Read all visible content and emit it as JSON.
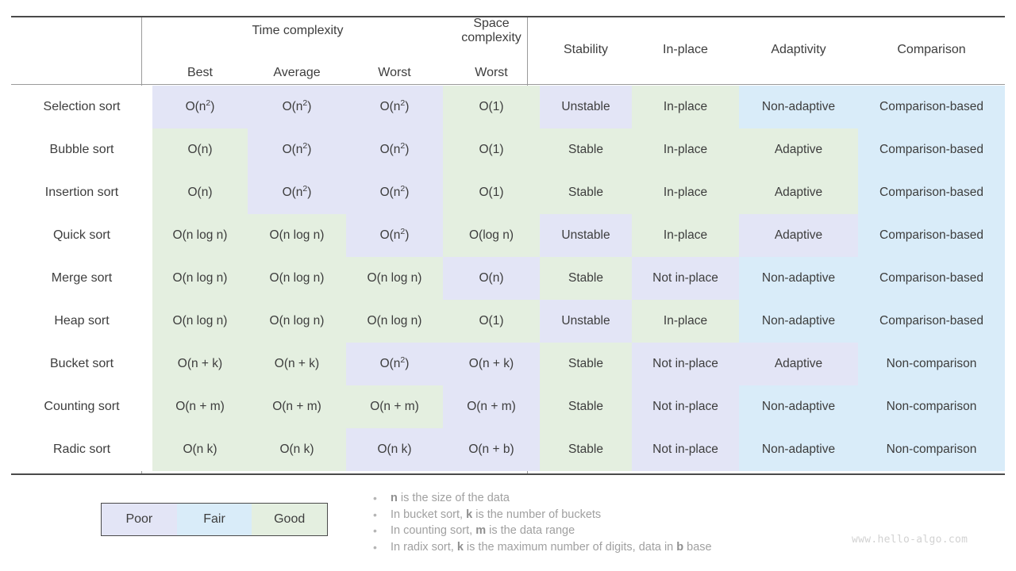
{
  "table": {
    "group_headers": [
      {
        "label": "",
        "span": 1
      },
      {
        "label": "Time complexity",
        "span": 3
      },
      {
        "label": "Space complexity",
        "span": 1
      },
      {
        "label": "Stability",
        "span": 1
      },
      {
        "label": "In-place",
        "span": 1
      },
      {
        "label": "Adaptivity",
        "span": 1
      },
      {
        "label": "Comparison",
        "span": 1
      }
    ],
    "group_time": "Time complexity",
    "group_space": "Space complexity",
    "col_stability": "Stability",
    "col_inplace": "In-place",
    "col_adaptivity": "Adaptivity",
    "col_comparison": "Comparison",
    "sub_headers": {
      "best": "Best",
      "average": "Average",
      "worst_time": "Worst",
      "worst_space": "Worst"
    },
    "rows": [
      {
        "name": "Selection sort",
        "best": {
          "text": "O(n²)",
          "base": "O(n",
          "sup": "2",
          "tail": ")",
          "q": "poor"
        },
        "average": {
          "text": "O(n²)",
          "base": "O(n",
          "sup": "2",
          "tail": ")",
          "q": "poor"
        },
        "worst_time": {
          "text": "O(n²)",
          "base": "O(n",
          "sup": "2",
          "tail": ")",
          "q": "poor"
        },
        "worst_space": {
          "text": "O(1)",
          "base": "O(1)",
          "sup": "",
          "tail": "",
          "q": "good"
        },
        "stability": {
          "text": "Unstable",
          "q": "poor"
        },
        "inplace": {
          "text": "In-place",
          "q": "good"
        },
        "adaptivity": {
          "text": "Non-adaptive",
          "q": "fair"
        },
        "comparison": {
          "text": "Comparison-based",
          "q": "fair"
        }
      },
      {
        "name": "Bubble sort",
        "best": {
          "base": "O(n)",
          "sup": "",
          "tail": "",
          "q": "good"
        },
        "average": {
          "base": "O(n",
          "sup": "2",
          "tail": ")",
          "q": "poor"
        },
        "worst_time": {
          "base": "O(n",
          "sup": "2",
          "tail": ")",
          "q": "poor"
        },
        "worst_space": {
          "base": "O(1)",
          "sup": "",
          "tail": "",
          "q": "good"
        },
        "stability": {
          "text": "Stable",
          "q": "good"
        },
        "inplace": {
          "text": "In-place",
          "q": "good"
        },
        "adaptivity": {
          "text": "Adaptive",
          "q": "good"
        },
        "comparison": {
          "text": "Comparison-based",
          "q": "fair"
        }
      },
      {
        "name": "Insertion sort",
        "best": {
          "base": "O(n)",
          "sup": "",
          "tail": "",
          "q": "good"
        },
        "average": {
          "base": "O(n",
          "sup": "2",
          "tail": ")",
          "q": "poor"
        },
        "worst_time": {
          "base": "O(n",
          "sup": "2",
          "tail": ")",
          "q": "poor"
        },
        "worst_space": {
          "base": "O(1)",
          "sup": "",
          "tail": "",
          "q": "good"
        },
        "stability": {
          "text": "Stable",
          "q": "good"
        },
        "inplace": {
          "text": "In-place",
          "q": "good"
        },
        "adaptivity": {
          "text": "Adaptive",
          "q": "good"
        },
        "comparison": {
          "text": "Comparison-based",
          "q": "fair"
        }
      },
      {
        "name": "Quick sort",
        "best": {
          "base": "O(n log n)",
          "sup": "",
          "tail": "",
          "q": "good"
        },
        "average": {
          "base": "O(n log n)",
          "sup": "",
          "tail": "",
          "q": "good"
        },
        "worst_time": {
          "base": "O(n",
          "sup": "2",
          "tail": ")",
          "q": "poor"
        },
        "worst_space": {
          "base": "O(log n)",
          "sup": "",
          "tail": "",
          "q": "good"
        },
        "stability": {
          "text": "Unstable",
          "q": "poor"
        },
        "inplace": {
          "text": "In-place",
          "q": "good"
        },
        "adaptivity": {
          "text": "Adaptive",
          "q": "poor"
        },
        "comparison": {
          "text": "Comparison-based",
          "q": "fair"
        }
      },
      {
        "name": "Merge sort",
        "best": {
          "base": "O(n log n)",
          "sup": "",
          "tail": "",
          "q": "good"
        },
        "average": {
          "base": "O(n log n)",
          "sup": "",
          "tail": "",
          "q": "good"
        },
        "worst_time": {
          "base": "O(n log n)",
          "sup": "",
          "tail": "",
          "q": "good"
        },
        "worst_space": {
          "base": "O(n)",
          "sup": "",
          "tail": "",
          "q": "poor"
        },
        "stability": {
          "text": "Stable",
          "q": "good"
        },
        "inplace": {
          "text": "Not in-place",
          "q": "poor"
        },
        "adaptivity": {
          "text": "Non-adaptive",
          "q": "fair"
        },
        "comparison": {
          "text": "Comparison-based",
          "q": "fair"
        }
      },
      {
        "name": "Heap sort",
        "best": {
          "base": "O(n log n)",
          "sup": "",
          "tail": "",
          "q": "good"
        },
        "average": {
          "base": "O(n log n)",
          "sup": "",
          "tail": "",
          "q": "good"
        },
        "worst_time": {
          "base": "O(n log n)",
          "sup": "",
          "tail": "",
          "q": "good"
        },
        "worst_space": {
          "base": "O(1)",
          "sup": "",
          "tail": "",
          "q": "good"
        },
        "stability": {
          "text": "Unstable",
          "q": "poor"
        },
        "inplace": {
          "text": "In-place",
          "q": "good"
        },
        "adaptivity": {
          "text": "Non-adaptive",
          "q": "fair"
        },
        "comparison": {
          "text": "Comparison-based",
          "q": "fair"
        }
      },
      {
        "name": "Bucket sort",
        "best": {
          "base": "O(n + k)",
          "sup": "",
          "tail": "",
          "q": "good"
        },
        "average": {
          "base": "O(n + k)",
          "sup": "",
          "tail": "",
          "q": "good"
        },
        "worst_time": {
          "base": "O(n",
          "sup": "2",
          "tail": ")",
          "q": "poor"
        },
        "worst_space": {
          "base": "O(n + k)",
          "sup": "",
          "tail": "",
          "q": "poor"
        },
        "stability": {
          "text": "Stable",
          "q": "good"
        },
        "inplace": {
          "text": "Not in-place",
          "q": "poor"
        },
        "adaptivity": {
          "text": "Adaptive",
          "q": "poor"
        },
        "comparison": {
          "text": "Non-comparison",
          "q": "fair"
        }
      },
      {
        "name": "Counting sort",
        "best": {
          "base": "O(n + m)",
          "sup": "",
          "tail": "",
          "q": "good"
        },
        "average": {
          "base": "O(n + m)",
          "sup": "",
          "tail": "",
          "q": "good"
        },
        "worst_time": {
          "base": "O(n + m)",
          "sup": "",
          "tail": "",
          "q": "good"
        },
        "worst_space": {
          "base": "O(n + m)",
          "sup": "",
          "tail": "",
          "q": "poor"
        },
        "stability": {
          "text": "Stable",
          "q": "good"
        },
        "inplace": {
          "text": "Not in-place",
          "q": "poor"
        },
        "adaptivity": {
          "text": "Non-adaptive",
          "q": "fair"
        },
        "comparison": {
          "text": "Non-comparison",
          "q": "fair"
        }
      },
      {
        "name": "Radic sort",
        "best": {
          "base": "O(n k)",
          "sup": "",
          "tail": "",
          "q": "good"
        },
        "average": {
          "base": "O(n k)",
          "sup": "",
          "tail": "",
          "q": "good"
        },
        "worst_time": {
          "base": "O(n k)",
          "sup": "",
          "tail": "",
          "q": "poor"
        },
        "worst_space": {
          "base": "O(n + b)",
          "sup": "",
          "tail": "",
          "q": "poor"
        },
        "stability": {
          "text": "Stable",
          "q": "good"
        },
        "inplace": {
          "text": "Not in-place",
          "q": "poor"
        },
        "adaptivity": {
          "text": "Non-adaptive",
          "q": "fair"
        },
        "comparison": {
          "text": "Non-comparison",
          "q": "fair"
        }
      }
    ]
  },
  "legend": {
    "items": [
      {
        "label": "Poor",
        "q": "poor"
      },
      {
        "label": "Fair",
        "q": "fair"
      },
      {
        "label": "Good",
        "q": "good"
      }
    ]
  },
  "notes": {
    "bullet": "•",
    "lines": [
      {
        "pre": "",
        "var1": "n",
        "mid": " is the size of the data",
        "var2": "",
        "post": ""
      },
      {
        "pre": "In bucket sort, ",
        "var1": "k",
        "mid": " is the number of buckets",
        "var2": "",
        "post": ""
      },
      {
        "pre": "In counting sort, ",
        "var1": "m",
        "mid": " is the data range",
        "var2": "",
        "post": ""
      },
      {
        "pre": "In radix sort, ",
        "var1": "k",
        "mid": " is the maximum number of digits, data in ",
        "var2": "b",
        "post": " base"
      }
    ]
  },
  "watermark": {
    "text": "www.hello-algo.com"
  },
  "colors": {
    "poor": "#e3e5f6",
    "fair": "#d9ecf9",
    "good": "#e4efe0",
    "text": "#3d3d3d",
    "rule": "#4a4a4a",
    "note": "#a0a0a0",
    "watermark": "#d2d2d2"
  }
}
